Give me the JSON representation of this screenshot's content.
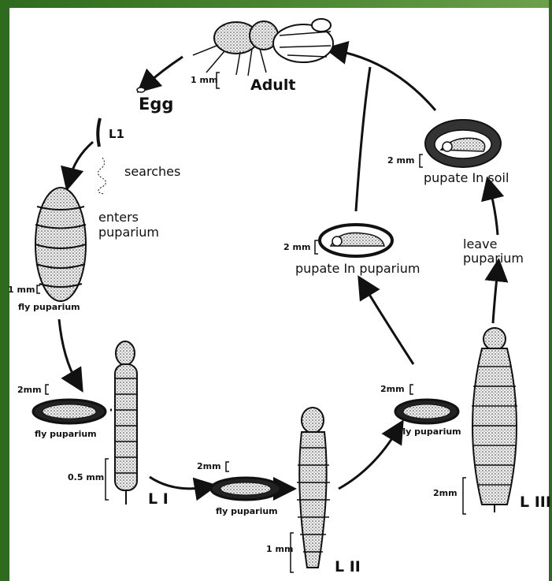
{
  "colors": {
    "frame": "#2f6b1e",
    "ink": "#111111"
  },
  "stages": {
    "adult": "Adult",
    "egg": "Egg",
    "l1_top": "L1",
    "searches": "searches",
    "enters_puparium": [
      "enters",
      "puparium"
    ],
    "fly_puparium_1": "fly puparium",
    "fly_puparium_2": "fly puparium",
    "fly_puparium_3": "fly puparium",
    "fly_puparium_4": "fly puparium",
    "l1_bottom": "L I",
    "l2": "L II",
    "l3": "L III",
    "pupate_in_puparium": "pupate In puparium",
    "pupate_in_soil": "pupate In soil",
    "leave_puparium": [
      "leave",
      "puparium"
    ]
  },
  "scales": {
    "adult": "1 mm",
    "soil_pupa": "2 mm",
    "puparium_pupa": "2 mm",
    "host_puparium": "1 mm",
    "fly_puparium_left": "2mm",
    "l1_length": "0.5 mm",
    "fly_puparium_bottom": "2mm",
    "l2_length": "1 mm",
    "fly_puparium_right": "2mm",
    "l3_length": "2mm"
  }
}
